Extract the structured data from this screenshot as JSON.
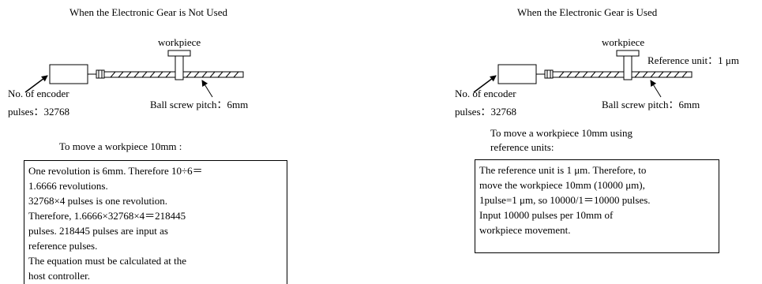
{
  "left": {
    "heading": "When the Electronic Gear is Not Used",
    "workpiece_label": "workpiece",
    "encoder_label_line1": "No. of encoder",
    "encoder_label_line2": "pulses：32768",
    "pitch_label": "Ball screw pitch：6mm",
    "move_caption": "To move a workpiece 10mm :",
    "box_lines": [
      "One revolution is 6mm. Therefore 10÷6＝",
      "1.6666 revolutions.",
      "32768×4 pulses is one revolution.",
      "Therefore, 1.6666×32768×4＝218445",
      "pulses. 218445 pulses are input as",
      "reference pulses.",
      "The equation must be calculated at the",
      "host controller."
    ]
  },
  "right": {
    "heading": "When the Electronic Gear is Used",
    "workpiece_label": "workpiece",
    "reference_unit_label": "Reference unit：1 μm",
    "encoder_label_line1": "No. of encoder",
    "encoder_label_line2": "pulses：32768",
    "pitch_label": "Ball screw pitch：6mm",
    "move_caption_line1": "To move a workpiece 10mm using",
    "move_caption_line2": "reference units:",
    "box_lines": [
      "The reference unit is 1 μm. Therefore, to",
      "move the workpiece 10mm (10000 μm),",
      "1pulse=1 μm, so 10000/1＝10000 pulses.",
      "Input 10000 pulses per 10mm of",
      "workpiece movement."
    ]
  }
}
